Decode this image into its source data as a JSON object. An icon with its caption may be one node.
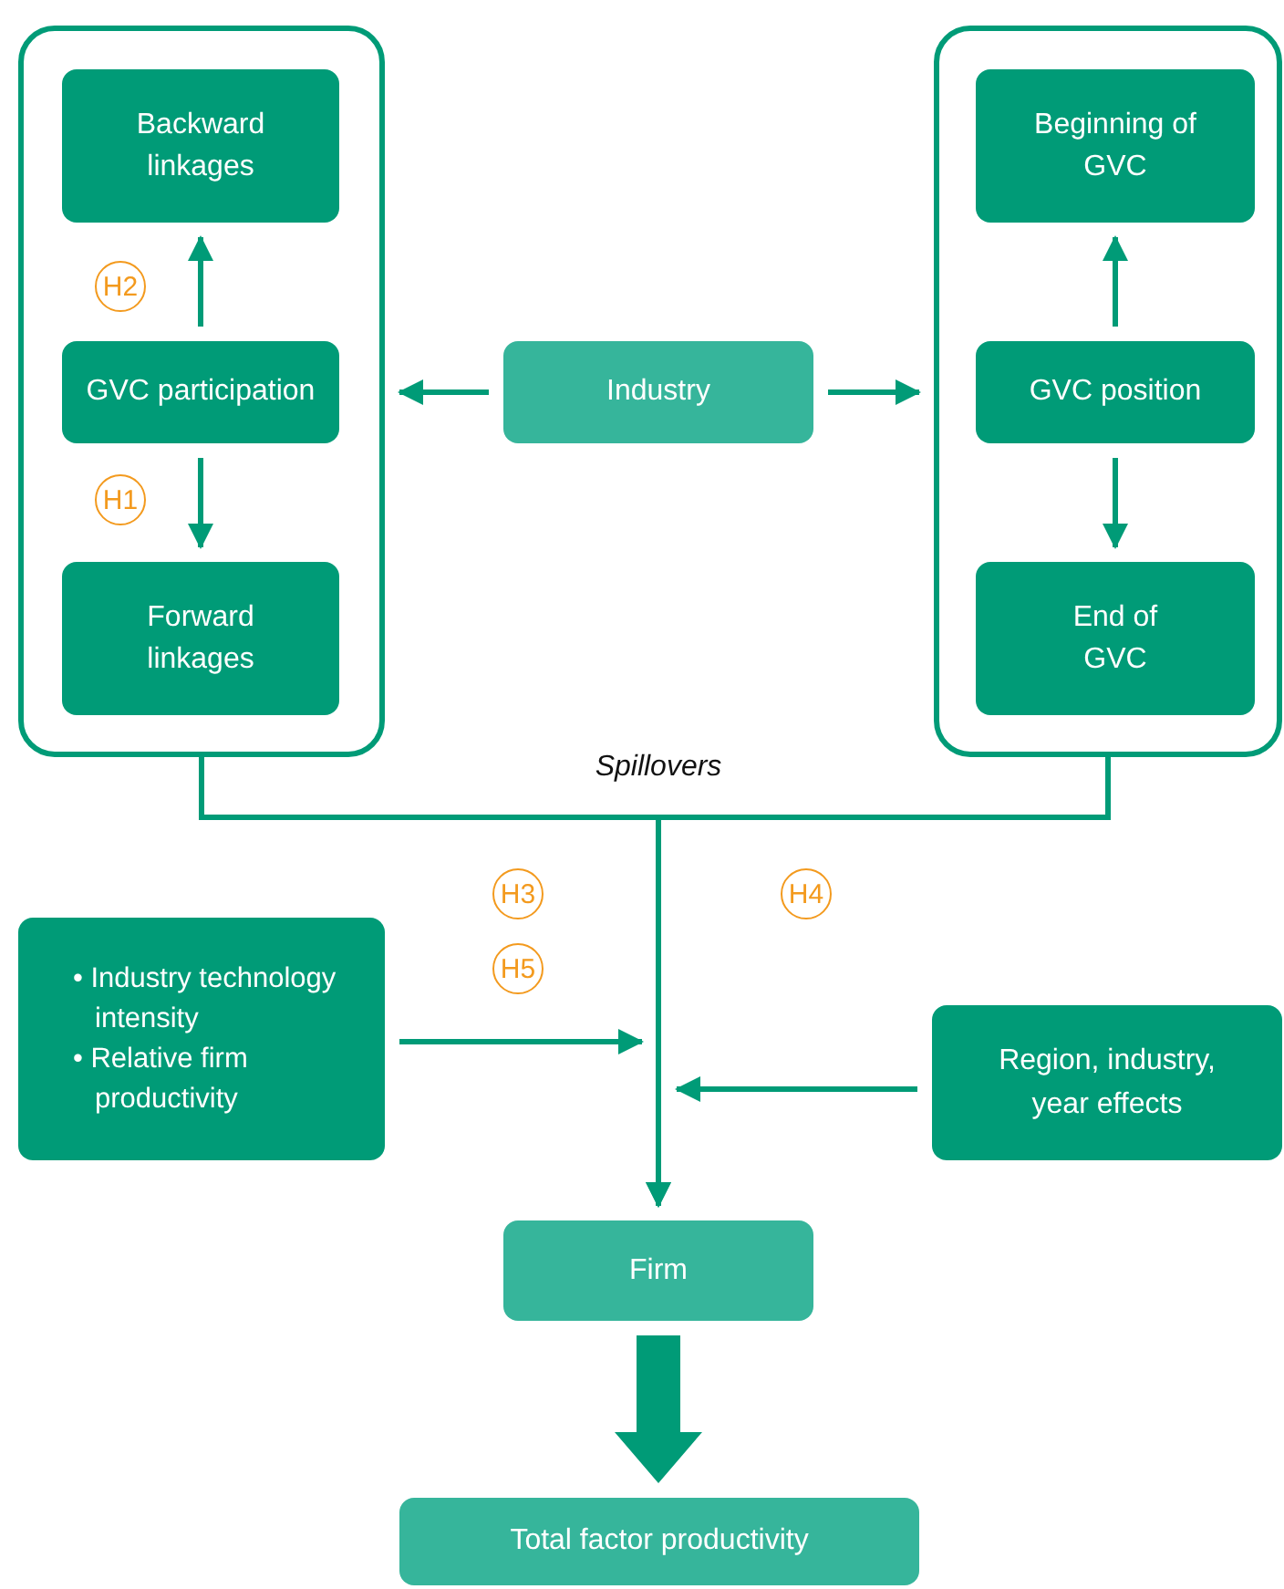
{
  "diagram": {
    "nodes": [
      {
        "text": [],
        "shape": "box"
      },
      {
        "text": [
          "Backward linkages"
        ],
        "in": 0
      },
      {
        "text": [
          "H2"
        ],
        "in": 0
      },
      {
        "text": [
          "GVC participation"
        ],
        "in": 0
      },
      {
        "text": [
          "H1"
        ],
        "in": 0
      },
      {
        "text": [
          "Forward linkages"
        ],
        "in": 0
      },
      {
        "text": [
          "Industry"
        ]
      },
      {
        "text": [],
        "shape": "box"
      },
      {
        "text": [
          "Beginning of GVC"
        ],
        "in": 7
      },
      {
        "text": [
          "GVC position"
        ],
        "in": 7
      },
      {
        "text": [
          "End of GVC"
        ],
        "in": 7
      },
      {
        "text": [
          "H3"
        ]
      },
      {
        "text": [
          "H4"
        ]
      },
      {
        "text": [
          "H5"
        ]
      },
      {
        "text": [
          "• Industry technology intensity",
          "• Relative firm productivity"
        ]
      },
      {
        "text": [
          "Region, industry, year effects"
        ]
      },
      {
        "text": [
          "Firm"
        ]
      },
      {
        "text": [
          "Total factor productivity"
        ]
      }
    ],
    "edges": [
      {
        "from": 3,
        "to": 1,
        "arrow": "to"
      },
      {
        "from": 3,
        "to": 5,
        "arrow": "to"
      },
      {
        "from": 6,
        "to": 0,
        "arrow": "to"
      },
      {
        "from": 6,
        "to": 7,
        "arrow": "to"
      },
      {
        "from": 9,
        "to": 8,
        "arrow": "to"
      },
      {
        "from": 9,
        "to": 10,
        "arrow": "to"
      },
      {
        "from": 0,
        "to": 16,
        "arrow": "to"
      },
      {
        "from": 7,
        "to": 16,
        "arrow": "to"
      },
      {
        "from": 14,
        "to": null,
        "arrow": "to"
      },
      {
        "from": 15,
        "to": null,
        "arrow": "to"
      },
      {
        "from": 16,
        "to": 17,
        "arrow": "to",
        "style": "thick"
      }
    ],
    "labels": [
      "Spillovers"
    ]
  }
}
